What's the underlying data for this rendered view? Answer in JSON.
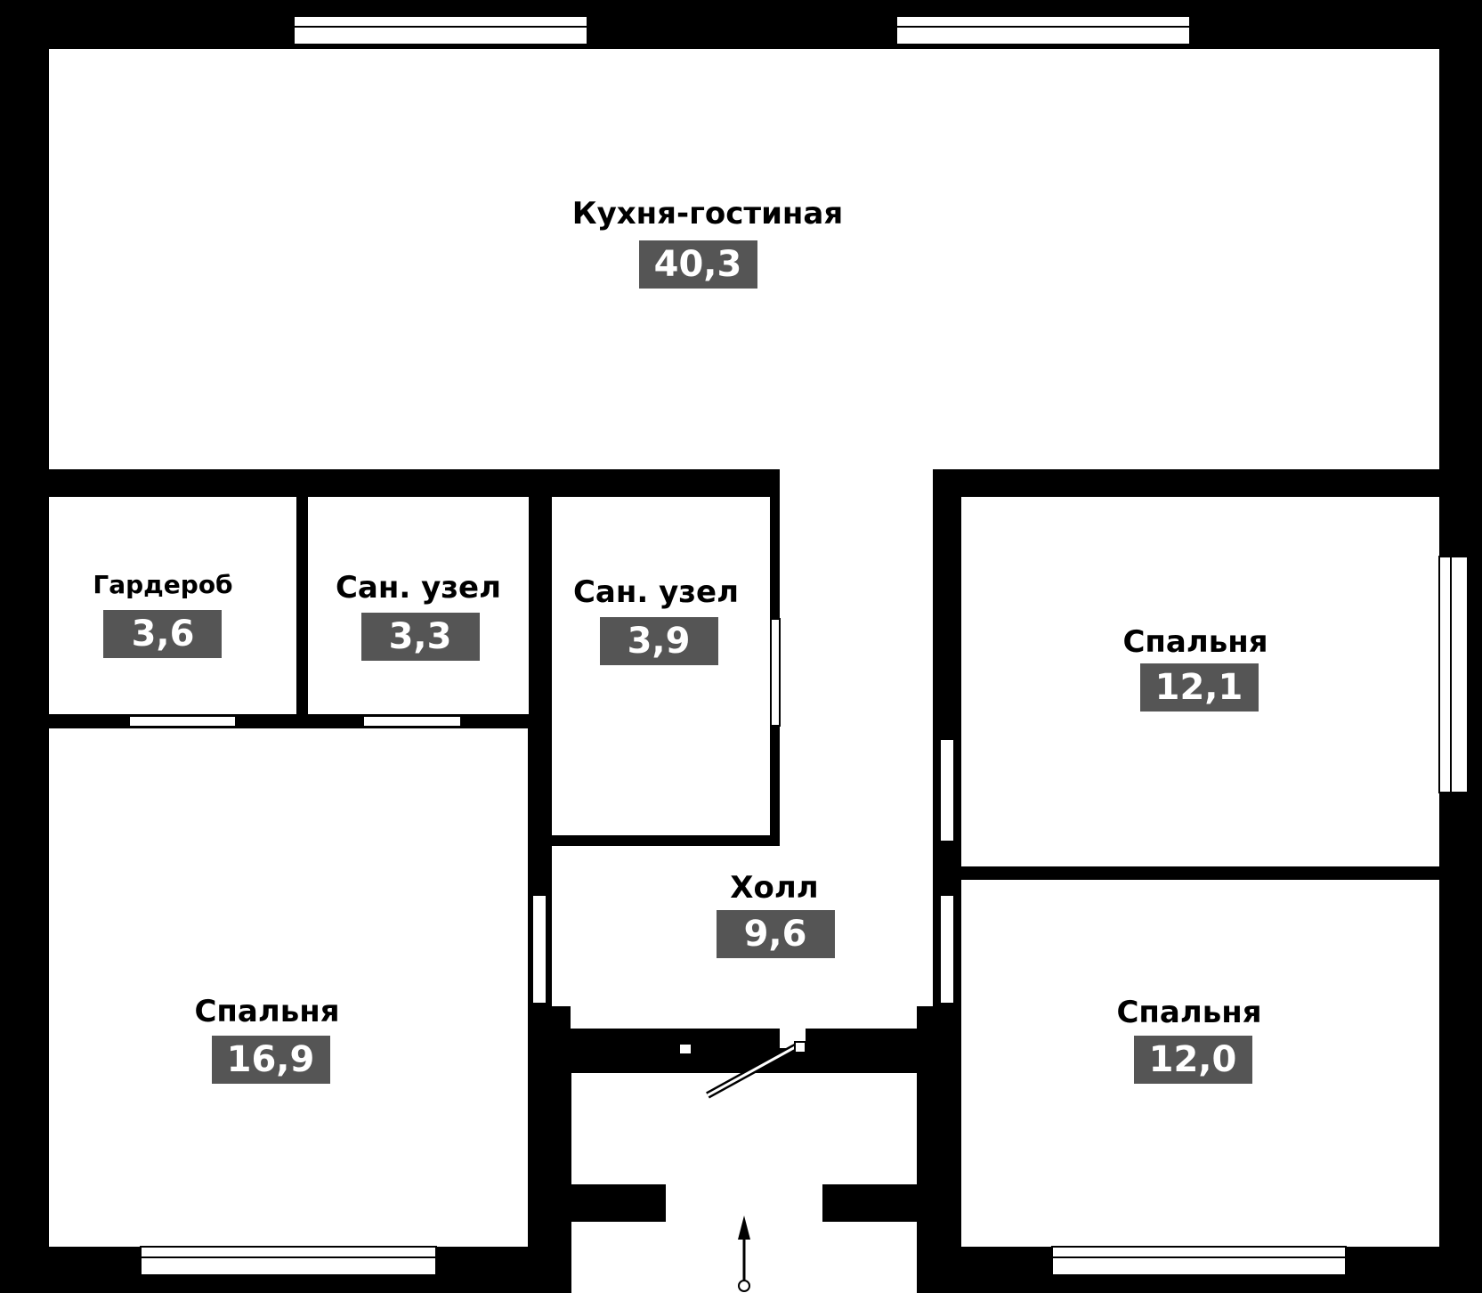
{
  "rooms": [
    {
      "id": "kitchen-living",
      "name": "Кухня-гостиная",
      "area": "40,3"
    },
    {
      "id": "wardrobe",
      "name": "Гардероб",
      "area": "3,6"
    },
    {
      "id": "bathroom-1",
      "name": "Сан. узел",
      "area": "3,3"
    },
    {
      "id": "bathroom-2",
      "name": "Сан. узел",
      "area": "3,9"
    },
    {
      "id": "bedroom-ne",
      "name": "Спальня",
      "area": "12,1"
    },
    {
      "id": "hall",
      "name": "Холл",
      "area": "9,6"
    },
    {
      "id": "bedroom-sw",
      "name": "Спальня",
      "area": "16,9"
    },
    {
      "id": "bedroom-se",
      "name": "Спальня",
      "area": "12,0"
    }
  ],
  "colors": {
    "wall": "#000000",
    "floor": "#ffffff",
    "badge": "#555555",
    "badge_text": "#ffffff"
  },
  "icons": {
    "entrance": "arrow-up-icon"
  }
}
